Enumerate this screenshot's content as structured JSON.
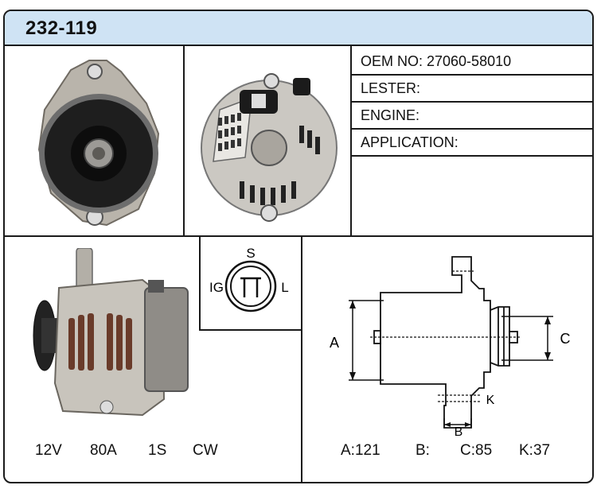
{
  "header": {
    "part_number": "232-119"
  },
  "info": {
    "oem": "OEM NO: 27060-58010",
    "lester": "LESTER:",
    "engine": "ENGINE:",
    "application": "APPLICATION:"
  },
  "connector": {
    "top": "S",
    "left": "IG",
    "right": "L"
  },
  "specs": {
    "voltage": "12V",
    "amperage": "80A",
    "regulator": "1S",
    "rotation": "CW"
  },
  "dims": {
    "a": "A:121",
    "b": "B:",
    "c": "C:85",
    "k": "K:37"
  },
  "diagram_labels": {
    "a": "A",
    "b": "B",
    "c": "C",
    "k": "K"
  }
}
